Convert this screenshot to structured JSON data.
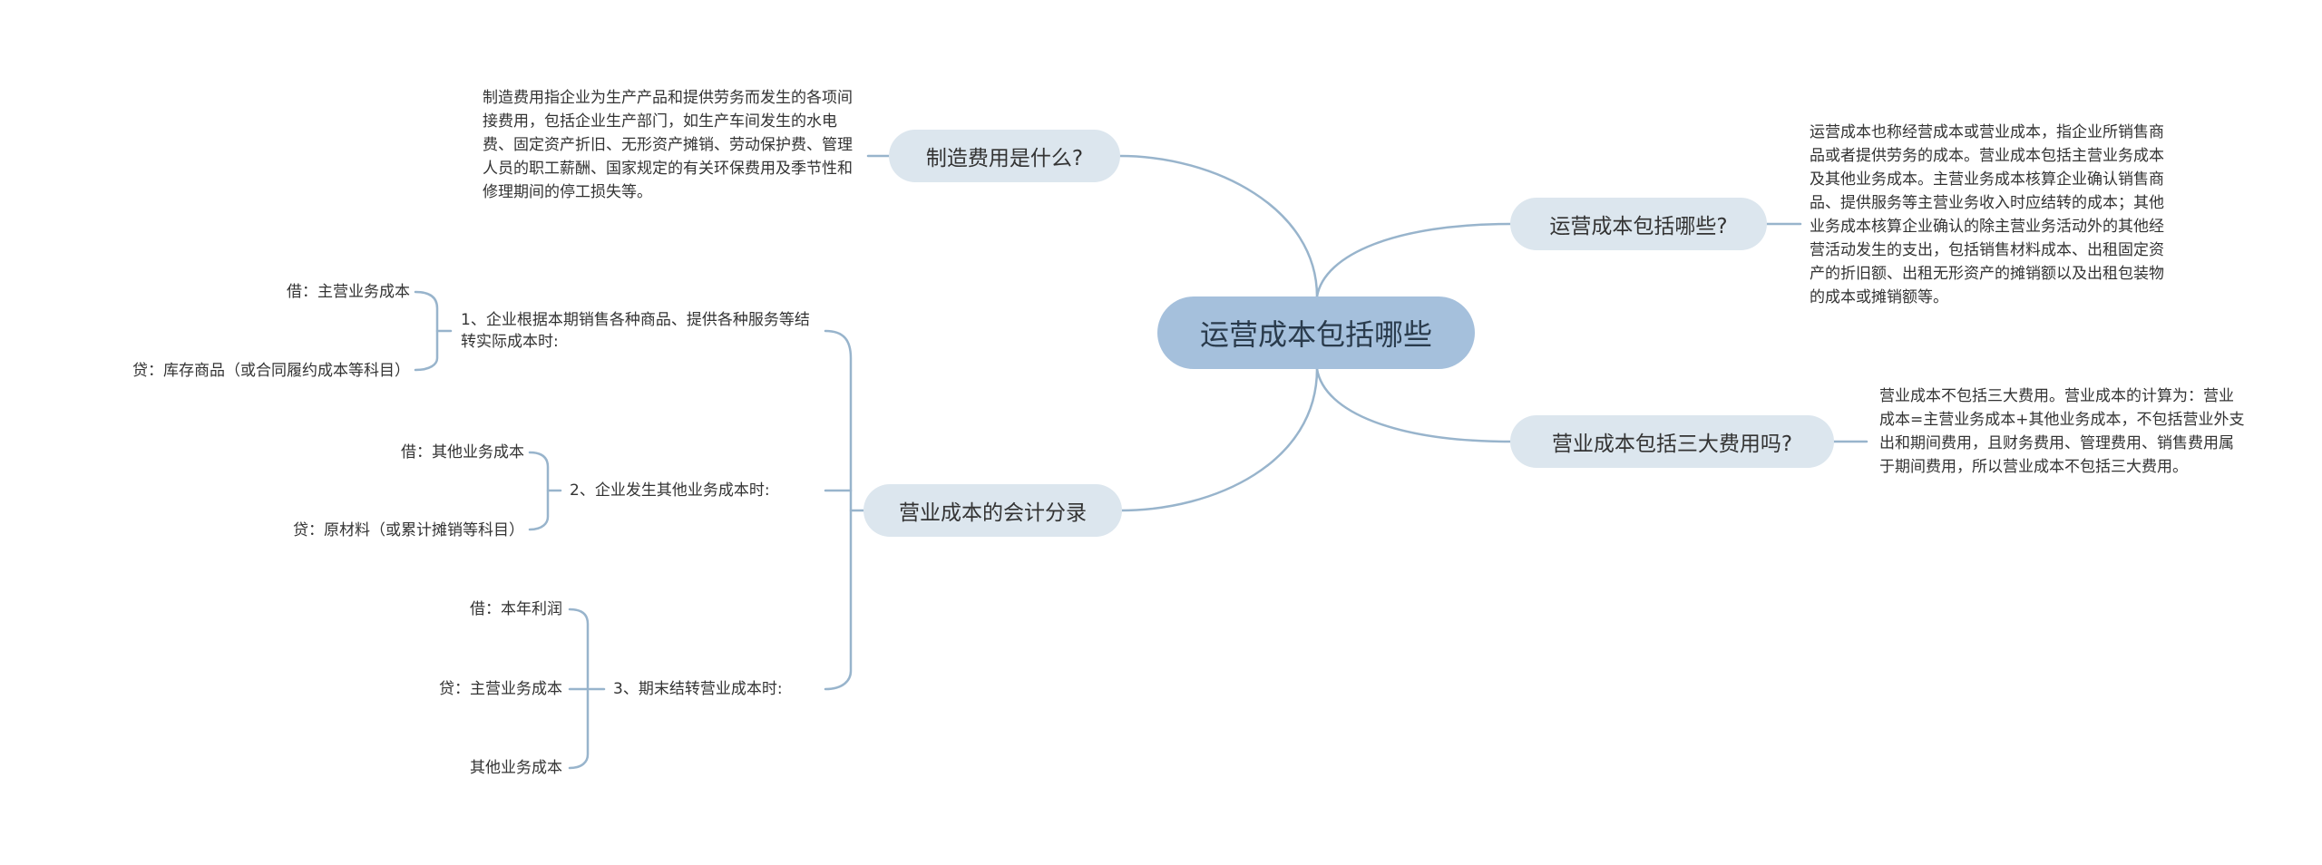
{
  "colors": {
    "root_fill": "#a5c0dc",
    "topic_fill": "#dce6ee",
    "connector": "#98b4cc",
    "text": "#333333"
  },
  "root": {
    "label": "运营成本包括哪些"
  },
  "topics": {
    "manufacturing": {
      "label": "制造费用是什么?",
      "note": "制造费用指企业为生产产品和提供劳务而发生的各项间接费用，包括企业生产部门，如生产车间发生的水电费、固定资产折旧、无形资产摊销、劳动保护费、管理人员的职工薪酬、国家规定的有关环保费用及季节性和修理期间的停工损失等。"
    },
    "accounting": {
      "label": "营业成本的会计分录",
      "entries": [
        {
          "label": "1、企业根据本期销售各种商品、提供各种服务等结转实际成本时:",
          "items": [
            "借：主营业务成本",
            "贷：库存商品（或合同履约成本等科目）"
          ]
        },
        {
          "label": "2、企业发生其他业务成本时:",
          "items": [
            "借：其他业务成本",
            "贷：原材料（或累计摊销等科目）"
          ]
        },
        {
          "label": "3、期末结转营业成本时:",
          "items": [
            "借：本年利润",
            "贷：主营业务成本",
            "其他业务成本"
          ]
        }
      ]
    },
    "operating": {
      "label": "运营成本包括哪些?",
      "note": "运营成本也称经营成本或营业成本，指企业所销售商品或者提供劳务的成本。营业成本包括主营业务成本及其他业务成本。主营业务成本核算企业确认销售商品、提供服务等主营业务收入时应结转的成本；其他业务成本核算企业确认的除主营业务活动外的其他经营活动发生的支出，包括销售材料成本、出租固定资产的折旧额、出租无形资产的摊销额以及出租包装物的成本或摊销额等。"
    },
    "three_expenses": {
      "label": "营业成本包括三大费用吗?",
      "note": "营业成本不包括三大费用。营业成本的计算为：营业成本=主营业务成本+其他业务成本，不包括营业外支出和期间费用，且财务费用、管理费用、销售费用属于期间费用，所以营业成本不包括三大费用。"
    }
  }
}
